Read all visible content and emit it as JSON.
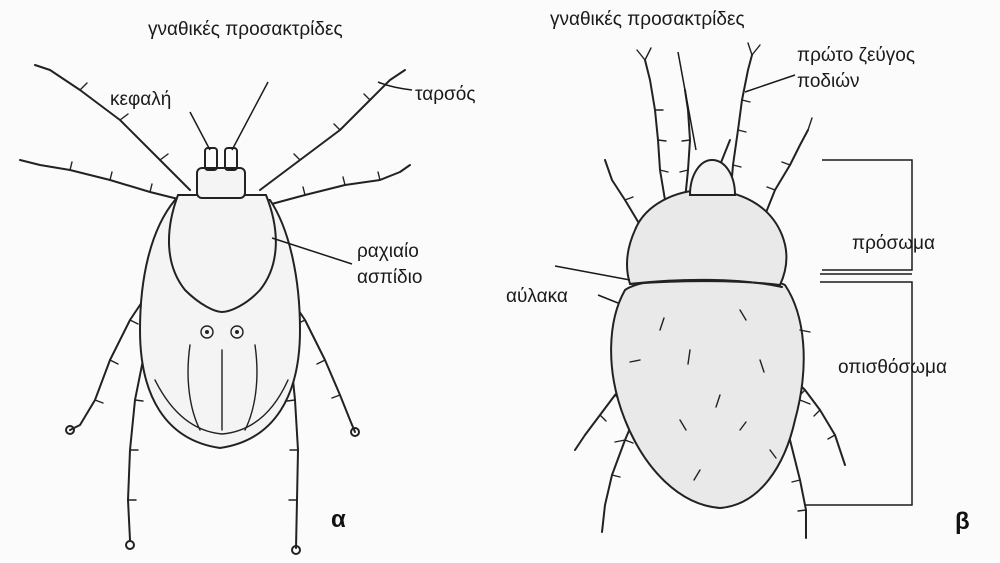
{
  "figure": {
    "panel_a": {
      "letter": "α",
      "labels": {
        "chelicerae": "γναθικές προσακτρίδες",
        "head": "κεφαλή",
        "tarsus": "ταρσός",
        "scutum_line1": "ραχιαίο",
        "scutum_line2": "ασπίδιο"
      }
    },
    "panel_b": {
      "letter": "β",
      "labels": {
        "chelicerae": "γναθικές προσακτρίδες",
        "first_legs_line1": "πρώτο ζεύγος",
        "first_legs_line2": "ποδιών",
        "prosoma": "πρόσωμα",
        "groove": "αύλακα",
        "opisthosoma": "οπισθόσωμα"
      }
    }
  }
}
